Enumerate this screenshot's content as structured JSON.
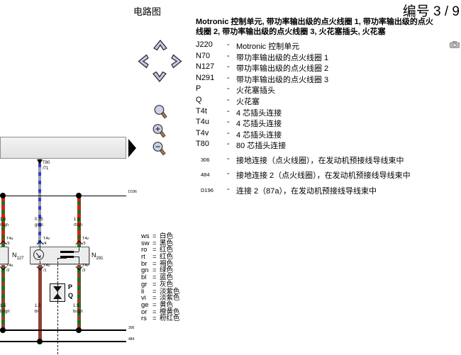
{
  "titles": {
    "left": "电路图",
    "right": "编号 3 / 9"
  },
  "header": {
    "line1": "Motronic 控制单元, 带功率输出级的点火线圈 1, 带功率输出级的点火",
    "line2": "线圈 2, 带功率输出级的点火线圈 3, 火花塞插头, 火花塞"
  },
  "legend": {
    "dash": "-",
    "items": [
      {
        "key": "J220",
        "desc": "Motronic 控制单元"
      },
      {
        "key": "N70",
        "desc": "带功率输出级的点火线圈 1"
      },
      {
        "key": "N127",
        "desc": "带功率输出级的点火线圈 2"
      },
      {
        "key": "N291",
        "desc": "带功率输出级的点火线圈 3"
      },
      {
        "key": "P",
        "desc": "火花塞插头"
      },
      {
        "key": "Q",
        "desc": "火花塞"
      },
      {
        "key": "T4t",
        "desc": "4 芯插头连接"
      },
      {
        "key": "T4u",
        "desc": "4 芯插头连接"
      },
      {
        "key": "T4v",
        "desc": "4 芯插头连接"
      },
      {
        "key": "T80",
        "desc": "80 芯插头连接"
      }
    ],
    "small_items": [
      {
        "key": "306",
        "desc": "接地连接（点火线圈），在发动机预接线导线束中"
      },
      {
        "key": "484",
        "desc": "接地连接 2（点火线圈），在发动机预接线导线束中"
      },
      {
        "key": "D196",
        "desc": "连接 2（87a），在发动机预接线导线束中"
      }
    ]
  },
  "color_codes": {
    "eq": "=",
    "items": [
      {
        "code": "ws",
        "name": "白色"
      },
      {
        "code": "sw",
        "name": "黑色"
      },
      {
        "code": "ro",
        "name": "红色"
      },
      {
        "code": "rt",
        "name": "红色"
      },
      {
        "code": "br",
        "name": "褐色"
      },
      {
        "code": "gn",
        "name": "绿色"
      },
      {
        "code": "bl",
        "name": "蓝色"
      },
      {
        "code": "gr",
        "name": "灰色"
      },
      {
        "code": "li",
        "name": "淡紫色"
      },
      {
        "code": "vi",
        "name": "淡紫色"
      },
      {
        "code": "ge",
        "name": "黄色"
      },
      {
        "code": "or",
        "name": "橙黄色"
      },
      {
        "code": "rs",
        "name": "粉红色"
      }
    ]
  },
  "diagram": {
    "t80_label": "T80",
    "t80_pin": "/71",
    "d196_label": "D196",
    "ground_306": "306",
    "ground_484": "484",
    "n127": {
      "name": "N",
      "sub": "127"
    },
    "n291": {
      "name": "N",
      "sub": "291"
    },
    "p": "P",
    "q": "Q",
    "top_connectors": [
      {
        "label": "T4u",
        "pin": "/3"
      },
      {
        "label": "T4v",
        "pin": "/4"
      },
      {
        "label": "T4v",
        "pin": "/3"
      }
    ],
    "bottom_connectors": [
      {
        "label": "T4u",
        "pin": "/2"
      },
      {
        "label": "T4v",
        "pin": "/1"
      },
      {
        "label": "T4v",
        "pin": "/2"
      }
    ],
    "upper_wires": [
      {
        "size": "1.5",
        "color": "rt/gn"
      },
      {
        "size": "0.35",
        "color": "gr/bl"
      },
      {
        "size": "1.5",
        "color": "rt/gn"
      }
    ],
    "lower_wires": [
      {
        "size": "1.5",
        "color": "br/gn"
      },
      {
        "size": "1.5",
        "color": "br"
      },
      {
        "size": "1.5",
        "color": "br/gn"
      }
    ],
    "wire_color_hex": {
      "rt": "#d42020",
      "gn": "#107a10",
      "br": "#8e4034",
      "gr": "#9aa0a8",
      "bl": "#3040d8"
    }
  }
}
